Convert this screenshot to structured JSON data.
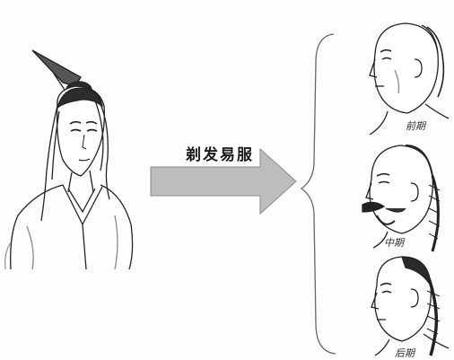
{
  "diagram": {
    "arrow_label": "剃发易服",
    "captions": [
      "前期",
      "中期",
      "后期"
    ]
  }
}
